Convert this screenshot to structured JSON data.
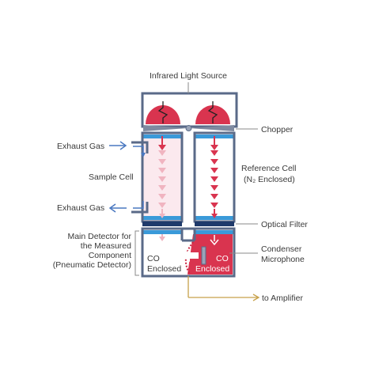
{
  "labels": {
    "infrared_light_source": "Infrared Light Source",
    "chopper": "Chopper",
    "exhaust_gas_in": "Exhaust Gas",
    "exhaust_gas_out": "Exhaust Gas",
    "sample_cell": "Sample Cell",
    "reference_cell_line1": "Reference Cell",
    "reference_cell_line2": "(N₂ Enclosed)",
    "optical_filter": "Optical Filter",
    "main_detector_line1": "Main Detector for",
    "main_detector_line2": "the Measured",
    "main_detector_line3": "Component",
    "main_detector_line4": "(Pneumatic Detector)",
    "co_left_line1": "CO",
    "co_left_line2": "Enclosed",
    "co_right_line1": "CO",
    "co_right_line2": "Enclosed",
    "condenser_line1": "Condenser",
    "condenser_line2": "Microphone",
    "to_amplifier": "to Amplifier"
  },
  "colors": {
    "frame": "#5a6a88",
    "window_blue": "#3a9ad9",
    "filter_navy": "#1f3a6b",
    "heater_red": "#d9344f",
    "sample_fill": "#fbe9ee",
    "sample_arrow": "#f0b4c0",
    "reference_arrow": "#d9344f",
    "exhaust_arrow": "#4a78c0",
    "amplifier_line": "#c7a14a",
    "leader_line": "#8a8a8a"
  }
}
